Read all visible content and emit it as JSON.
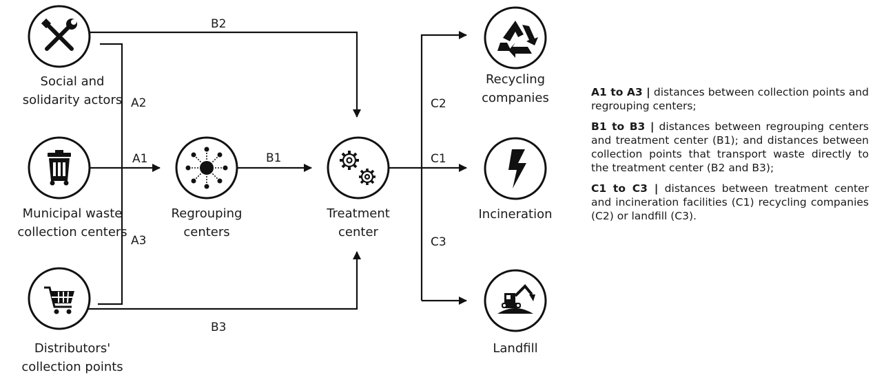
{
  "nodes": {
    "social": {
      "label_line1": "Social and",
      "label_line2": "solidarity actors",
      "icon": "tools-icon"
    },
    "municipal": {
      "label_line1": "Municipal waste",
      "label_line2": "collection centers",
      "icon": "waste-bin-icon"
    },
    "distributors": {
      "label_line1": "Distributors'",
      "label_line2": "collection points",
      "icon": "shopping-cart-icon"
    },
    "regrouping": {
      "label_line1": "Regrouping",
      "label_line2": "centers",
      "icon": "hub-icon"
    },
    "treatment": {
      "label_line1": "Treatment",
      "label_line2": "center",
      "icon": "gears-icon"
    },
    "recycling": {
      "label_line1": "Recycling",
      "label_line2": "companies",
      "icon": "recycle-icon"
    },
    "incineration": {
      "label_line1": "Incineration",
      "icon": "lightning-icon"
    },
    "landfill": {
      "label_line1": "Landfill",
      "icon": "excavator-icon"
    }
  },
  "edges": {
    "a1": "A1",
    "a2": "A2",
    "a3": "A3",
    "b1": "B1",
    "b2": "B2",
    "b3": "B3",
    "c1": "C1",
    "c2": "C2",
    "c3": "C3"
  },
  "legend": [
    {
      "key": "A1 to A3 |",
      "text": " distances between collection points and regrouping centers;"
    },
    {
      "key": "B1 to B3 |",
      "text": " distances between regrouping centers and treatment center (B1); and distances between collection points that transport waste directly to the treatment center (B2 and B3);"
    },
    {
      "key": "C1 to C3 |",
      "text": "  distances between treatment center and incineration facilities (C1) recycling companies (C2) or landfill (C3)."
    }
  ]
}
